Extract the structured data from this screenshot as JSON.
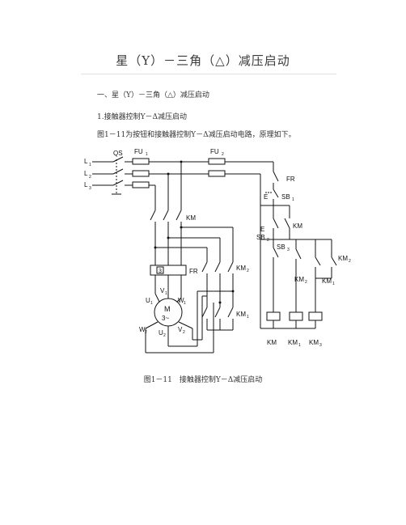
{
  "document": {
    "title": "星（Y）－三角（△）减压启动",
    "section_heading": "一、星（Y）－三角（△）减压启动",
    "subsection_heading": "1.接触器控制Y－Δ减压启动",
    "intro_text": "图1－11为按钮和接触器控制Y－Δ减压启动电路，原理如下。",
    "figure_caption": "图1－11　接触器控制Y－Δ减压启动"
  },
  "figure": {
    "labels": {
      "L1": "L",
      "L1_sub": "1",
      "L2": "L",
      "L2_sub": "2",
      "L3": "L",
      "L3_sub": "3",
      "QS": "QS",
      "FU1": "FU",
      "FU1_sub": "1",
      "FU2": "FU",
      "FU2_sub": "2",
      "KM_main": "KM",
      "FR_main": "FR",
      "FR_box": "3",
      "KM2": "KM",
      "KM2_sub": "2",
      "KM1": "KM",
      "KM1_sub": "1",
      "U1": "U",
      "U1_sub": "1",
      "V1": "V",
      "V1_sub": "1",
      "W1": "W",
      "W1_sub": "1",
      "U2": "U",
      "U2_sub": "2",
      "V2": "V",
      "V2_sub": "2",
      "W2": "W",
      "W2_sub": "2",
      "motor_M": "M",
      "motor_type": "3~",
      "FR_ctrl": "FR",
      "SB1": "SB",
      "SB1_sub": "1",
      "SB2": "SB",
      "SB2_sub": "2",
      "SB3": "SB",
      "SB3_sub": "3",
      "E1": "E",
      "E2": "E",
      "KM_hold": "KM",
      "KM2_ctrl": "KM",
      "KM2_ctrl_sub": "2",
      "KM2b": "KM",
      "KM2b_sub": "2",
      "KM1b": "KM",
      "KM1b_sub": "1",
      "coil_KM": "KM",
      "coil_KM1": "KM",
      "coil_KM1_sub": "1",
      "coil_KM3": "KM",
      "coil_KM3_sub": "3"
    }
  }
}
